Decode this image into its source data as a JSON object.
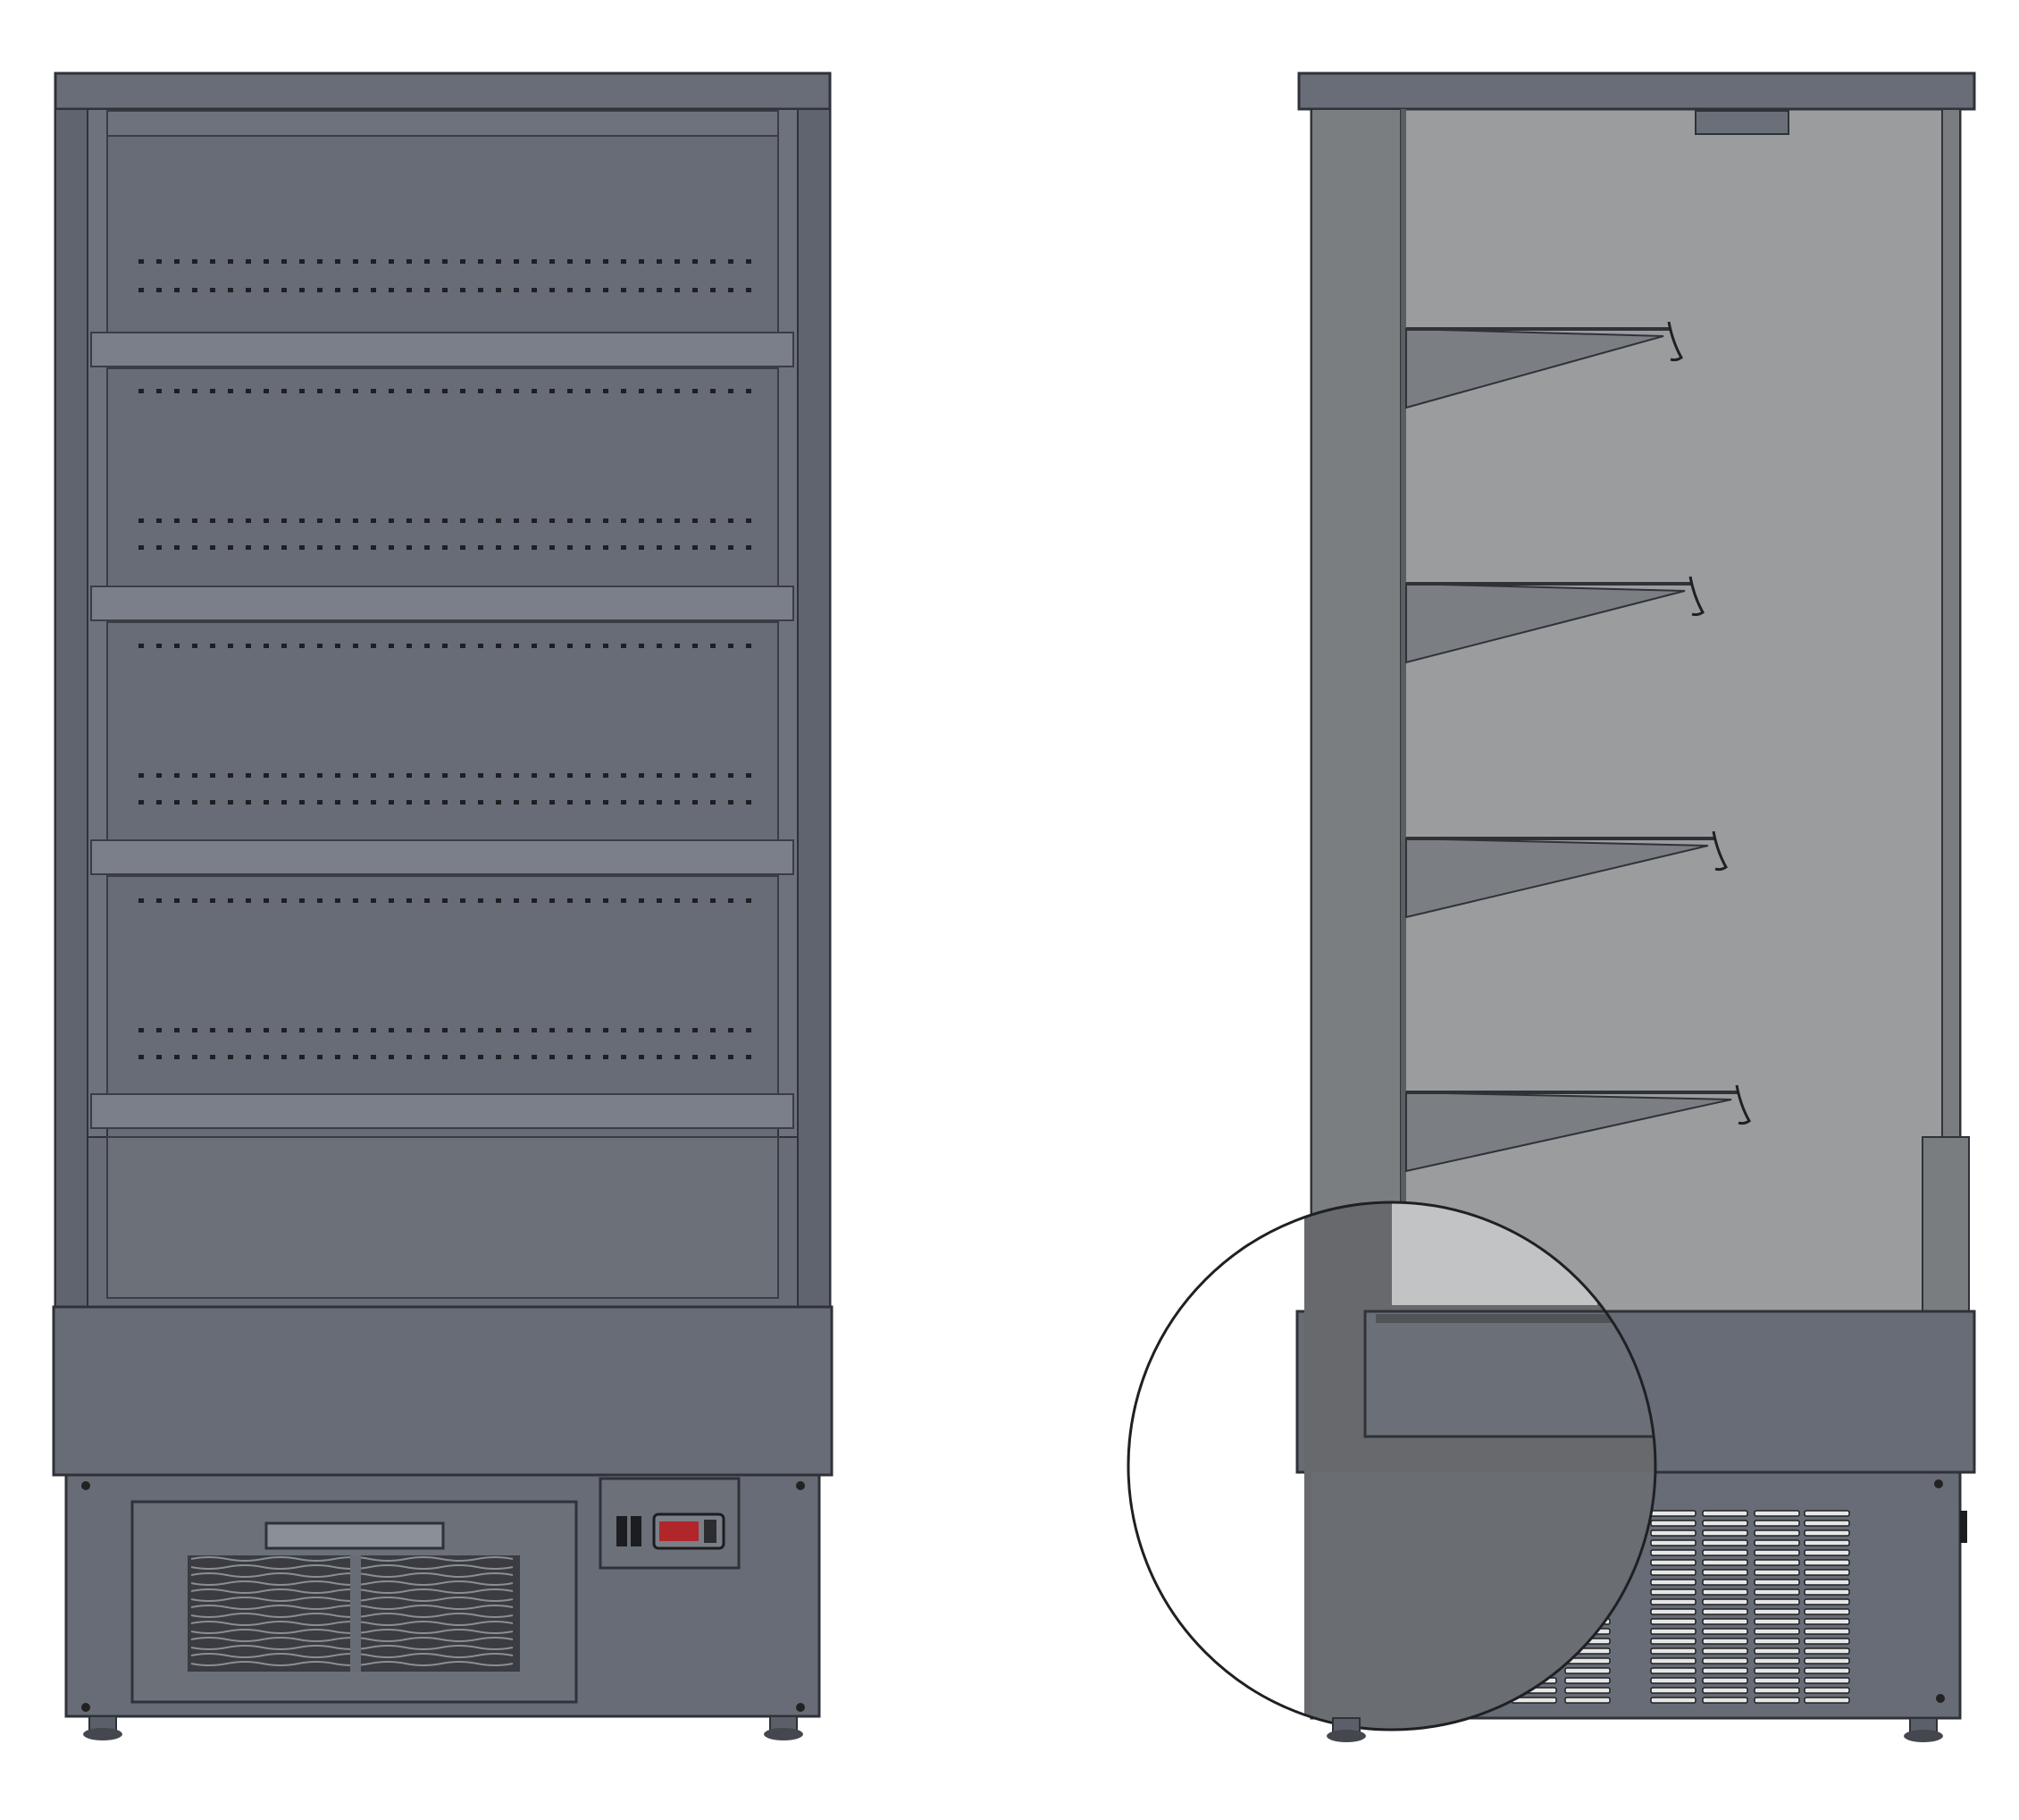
{
  "figure": {
    "views": [
      {
        "id": "front",
        "name": "front-view",
        "shelves": 4
      },
      {
        "id": "side",
        "name": "side-view",
        "shelves": 4
      }
    ],
    "colors": {
      "background": "#ffffff",
      "body": "#676c76",
      "body_dark": "#5a5f69",
      "edge": "#2f3238",
      "shelf": "#7a7f89",
      "glass": "#9a9c9e",
      "glass_light": "#c2c3c4",
      "grille": "#2a2c30",
      "display_red": "#b0262a"
    },
    "icons": [
      "controller-icon",
      "condenser-grille-icon",
      "vent-louver-icon",
      "leveling-foot-icon"
    ]
  }
}
